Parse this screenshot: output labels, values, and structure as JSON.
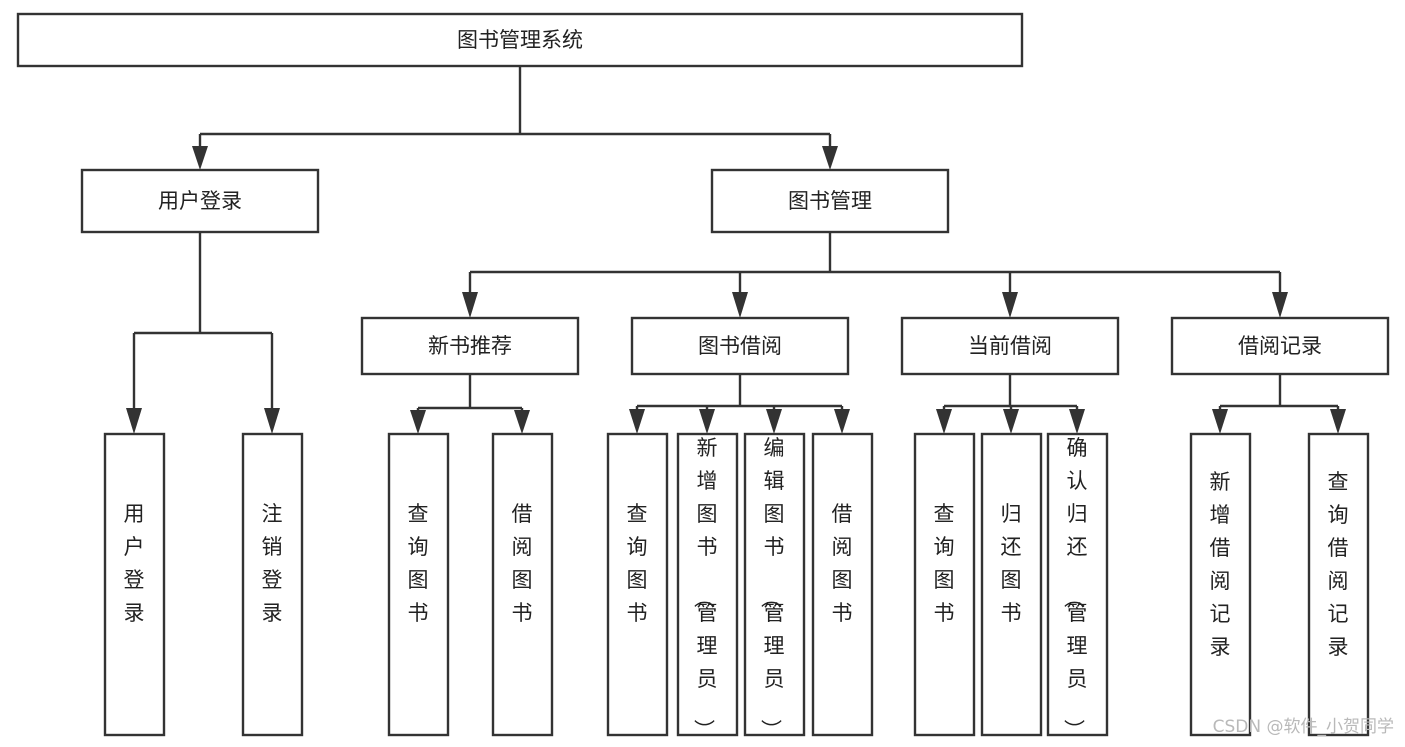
{
  "diagram": {
    "type": "tree-hierarchy-diagram",
    "title": "图书管理系统",
    "watermark": "CSDN @软件_小贺同学",
    "levels": {
      "root": {
        "label": "图书管理系统",
        "orientation": "horizontal"
      },
      "level2": [
        {
          "label": "用户登录",
          "orientation": "horizontal"
        },
        {
          "label": "图书管理",
          "orientation": "horizontal"
        }
      ],
      "level3": [
        {
          "label": "新书推荐",
          "orientation": "horizontal",
          "parent": "图书管理"
        },
        {
          "label": "图书借阅",
          "orientation": "horizontal",
          "parent": "图书管理"
        },
        {
          "label": "当前借阅",
          "orientation": "horizontal",
          "parent": "图书管理"
        },
        {
          "label": "借阅记录",
          "orientation": "horizontal",
          "parent": "图书管理"
        }
      ],
      "leaves": [
        {
          "label": "用户登录",
          "orientation": "vertical",
          "parent": "用户登录"
        },
        {
          "label": "注销登录",
          "orientation": "vertical",
          "parent": "用户登录"
        },
        {
          "label": "查询图书",
          "orientation": "vertical",
          "parent": "新书推荐"
        },
        {
          "label": "借阅图书",
          "orientation": "vertical",
          "parent": "新书推荐"
        },
        {
          "label": "查询图书",
          "orientation": "vertical",
          "parent": "图书借阅"
        },
        {
          "label": "新增图书（管理员）",
          "orientation": "vertical",
          "parent": "图书借阅"
        },
        {
          "label": "编辑图书（管理员）",
          "orientation": "vertical",
          "parent": "图书借阅"
        },
        {
          "label": "借阅图书",
          "orientation": "vertical",
          "parent": "图书借阅"
        },
        {
          "label": "查询图书",
          "orientation": "vertical",
          "parent": "当前借阅"
        },
        {
          "label": "归还图书",
          "orientation": "vertical",
          "parent": "当前借阅"
        },
        {
          "label": "确认归还（管理员）",
          "orientation": "vertical",
          "parent": "当前借阅"
        },
        {
          "label": "新增借阅记录",
          "orientation": "vertical",
          "parent": "借阅记录"
        },
        {
          "label": "查询借阅记录",
          "orientation": "vertical",
          "parent": "借阅记录"
        }
      ]
    },
    "colors": {
      "box_stroke": "#333333",
      "box_fill": "#ffffff",
      "text": "#222222",
      "watermark": "#b9b9b9",
      "background": "#ffffff"
    }
  }
}
